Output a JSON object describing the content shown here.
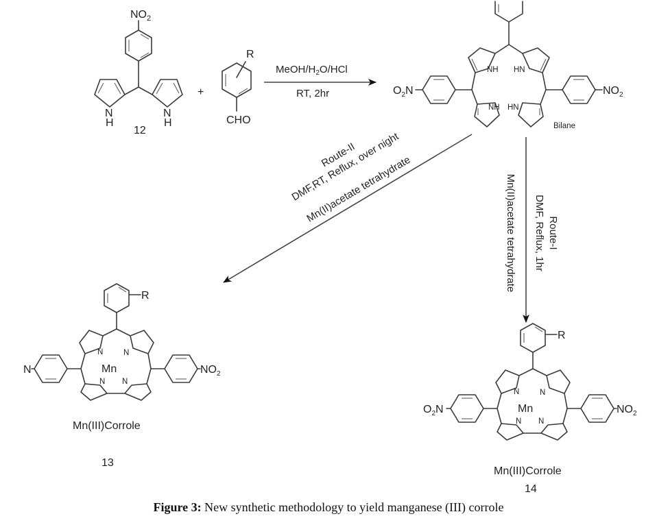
{
  "figure": {
    "caption_label": "Figure 3:",
    "caption_text": "New synthetic methodology to yield manganese (III) corrole"
  },
  "reactants": {
    "dipyrromethane": {
      "substituent": "NO2",
      "nh_left": "N",
      "h_left": "H",
      "nh_right": "N",
      "h_right": "H",
      "compound_number": "12"
    },
    "plus": "+",
    "aldehyde": {
      "substituent": "R",
      "group": "CHO"
    }
  },
  "step1": {
    "reagents": "MeOH/H2O/HCl",
    "conditions": "RT, 2hr"
  },
  "bilane": {
    "name": "Bilane",
    "left_group": "O2N",
    "right_group": "NO2",
    "nh_labels": [
      "NH",
      "HN",
      "NH",
      "HN"
    ]
  },
  "route2": {
    "title": "Route-II",
    "conditions": "DMF,RT, Reflux, over night",
    "reagent": "Mn(II)acetate tetrahydrate"
  },
  "route1": {
    "title": "Route-I",
    "conditions": "DMF, Reflux, 1hr",
    "reagent": "Mn(II)acetate tetrahydrate"
  },
  "product13": {
    "name": "Mn(III)Corrole",
    "compound_number": "13",
    "metal": "Mn",
    "left_group": "N",
    "right_group": "NO2",
    "top_substituent": "R",
    "n_labels": [
      "N",
      "N",
      "N",
      "N"
    ]
  },
  "product14": {
    "name": "Mn(III)Corrole",
    "compound_number": "14",
    "metal": "Mn",
    "left_group": "O2N",
    "right_group": "NO2",
    "top_substituent": "R",
    "n_labels": [
      "N",
      "N",
      "N",
      "N"
    ]
  }
}
